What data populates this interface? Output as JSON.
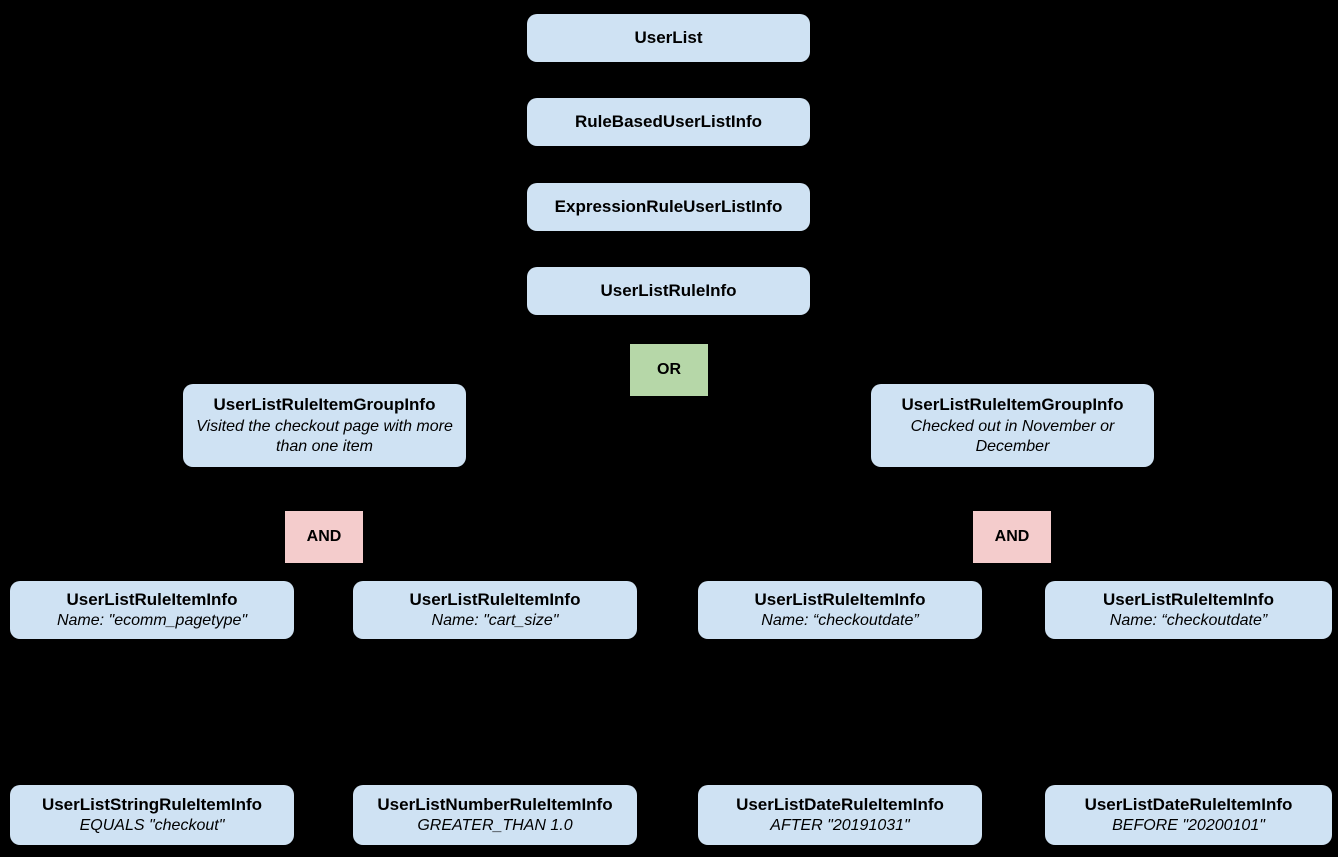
{
  "colors": {
    "background": "#000000",
    "node_fill": "#cfe2f3",
    "or_fill": "#b6d7a8",
    "and_fill": "#f4cccc",
    "text": "#000000"
  },
  "chain": [
    {
      "label": "UserList"
    },
    {
      "label": "RuleBasedUserListInfo"
    },
    {
      "label": "ExpressionRuleUserListInfo"
    },
    {
      "label": "UserListRuleInfo"
    }
  ],
  "operators": {
    "or_label": "OR",
    "and_left_label": "AND",
    "and_right_label": "AND"
  },
  "groups": [
    {
      "title": "UserListRuleItemGroupInfo",
      "desc": "Visited the checkout page with more than one item"
    },
    {
      "title": "UserListRuleItemGroupInfo",
      "desc": "Checked out in November or December"
    }
  ],
  "rule_items": [
    {
      "title": "UserListRuleItemInfo",
      "desc": "Name: \"ecomm_pagetype\""
    },
    {
      "title": "UserListRuleItemInfo",
      "desc": "Name: \"cart_size\""
    },
    {
      "title": "UserListRuleItemInfo",
      "desc": "Name: “checkoutdate”"
    },
    {
      "title": "UserListRuleItemInfo",
      "desc": "Name: “checkoutdate”"
    }
  ],
  "leaf_items": [
    {
      "title": "UserListStringRuleItemInfo",
      "desc": "EQUALS \"checkout\""
    },
    {
      "title": "UserListNumberRuleItemInfo",
      "desc": "GREATER_THAN 1.0"
    },
    {
      "title": "UserListDateRuleItemInfo",
      "desc": "AFTER \"20191031\""
    },
    {
      "title": "UserListDateRuleItemInfo",
      "desc": "BEFORE \"20200101\""
    }
  ]
}
